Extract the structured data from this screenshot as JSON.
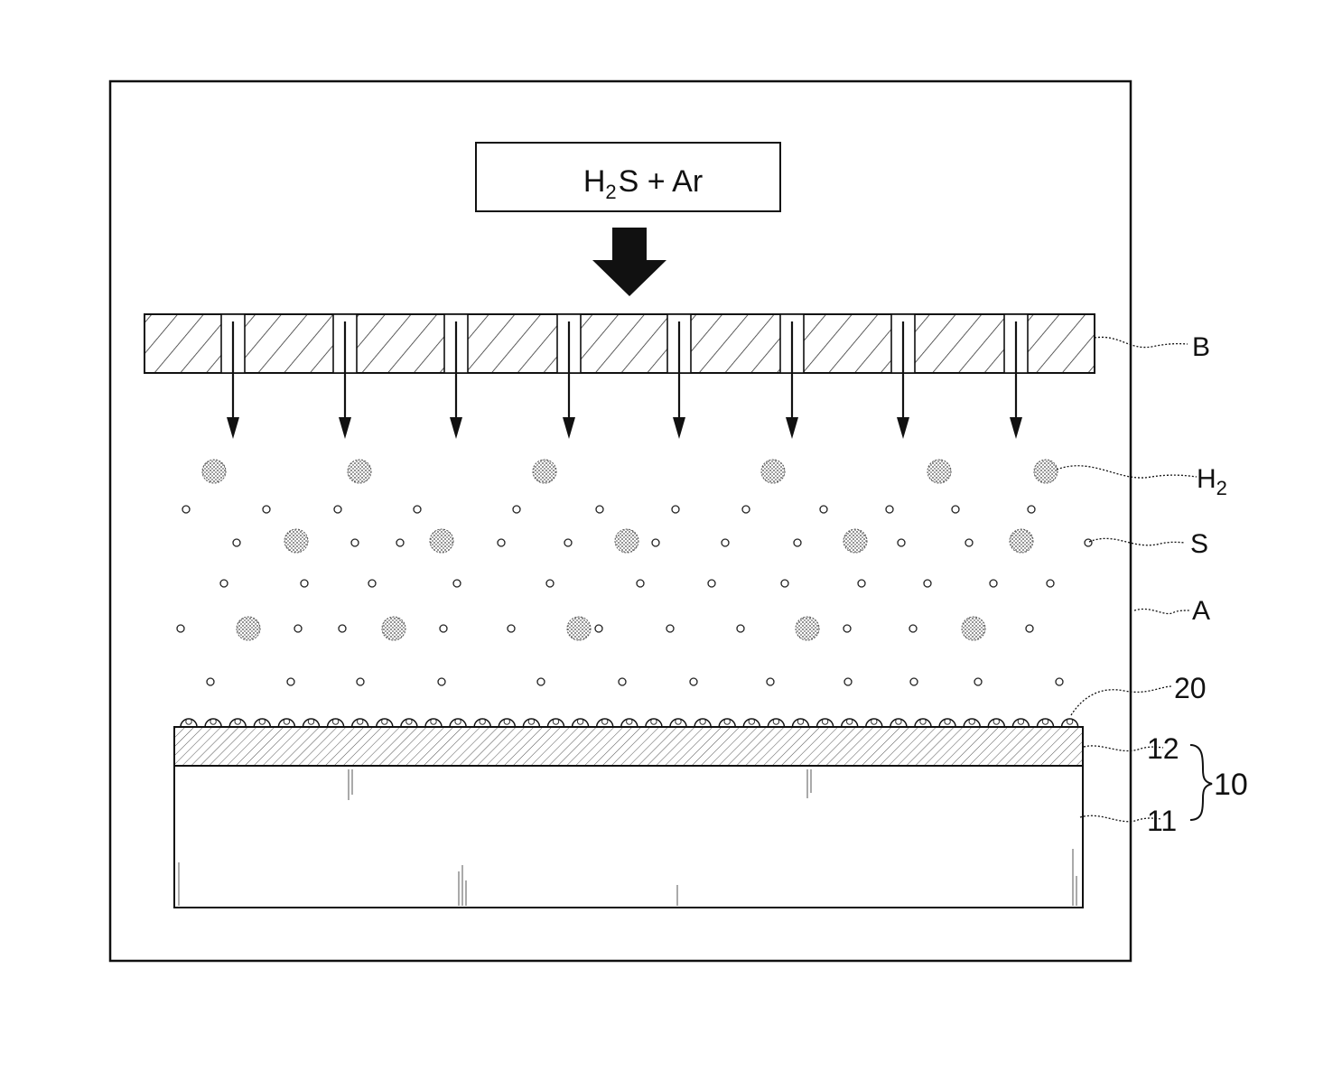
{
  "gas_box": {
    "formula": "H",
    "formula_sub": "2",
    "formula_rest": "S + Ar"
  },
  "labels": {
    "B": "B",
    "H2": "H",
    "H2_sub": "2",
    "S": "S",
    "A": "A",
    "film": "20",
    "layer_top": "12",
    "layer_bottom": "11",
    "substrate": "10"
  },
  "colors": {
    "line": "#111111",
    "hatch": "#333333",
    "background": "#ffffff"
  }
}
